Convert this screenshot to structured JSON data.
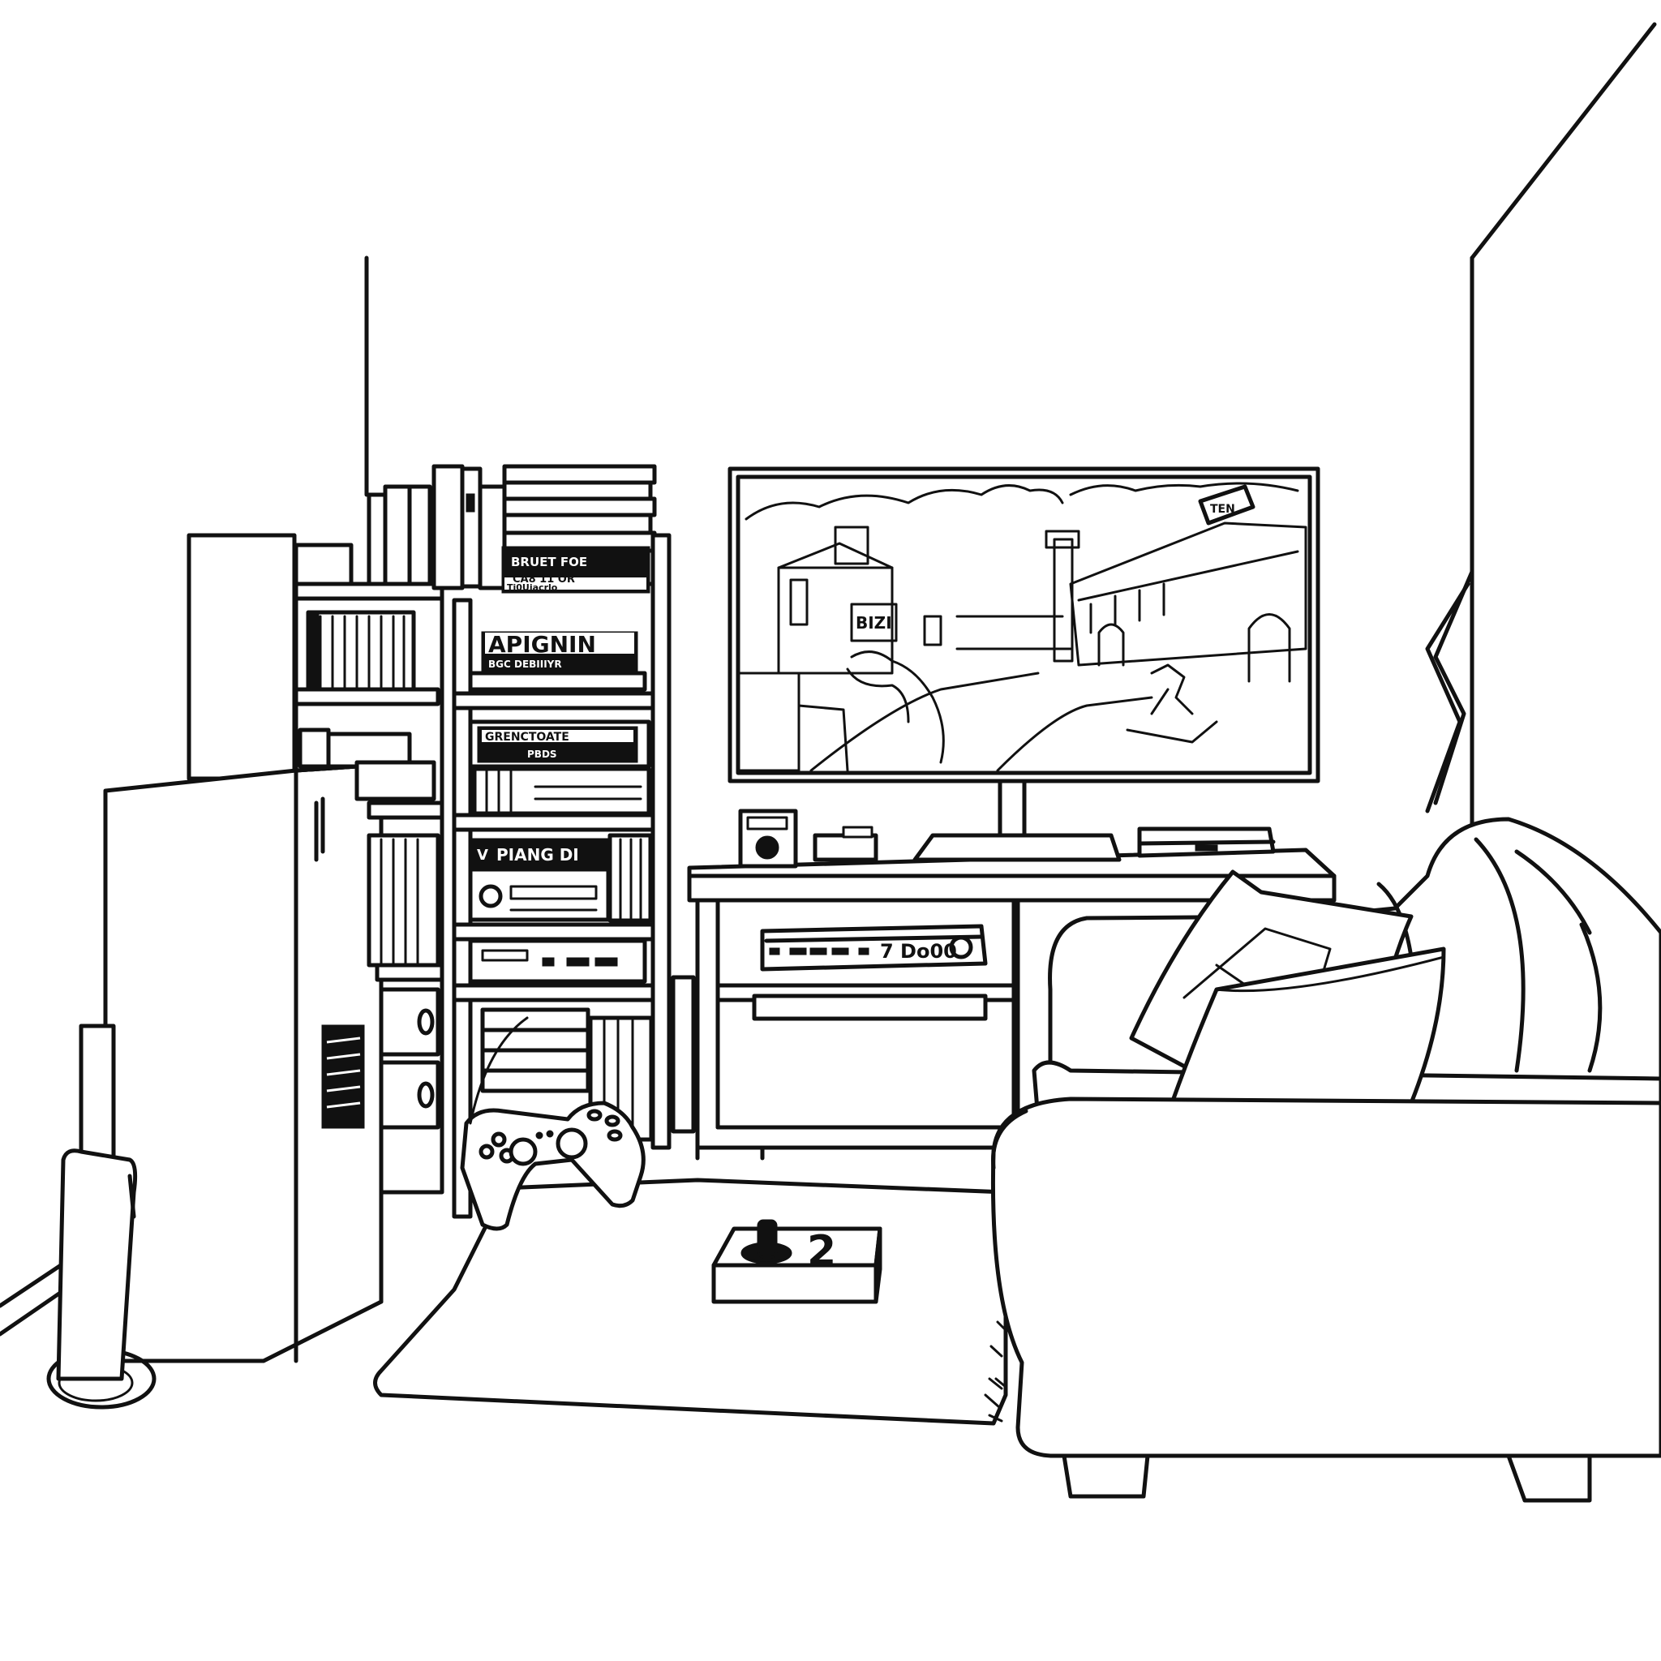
{
  "scene": {
    "title": "Line-art living room game corner",
    "colors": {
      "ink": "#111111",
      "paper": "#ffffff"
    }
  },
  "shelf": {
    "top_box_lines": [
      "BRUET  FOE",
      "CA8  11 OR",
      "Ti0Ujacrlo"
    ],
    "box1": {
      "title": "APIGNIN",
      "subtitle": "BGC DEBIIIYR"
    },
    "box2": {
      "title": "GRENCTOATE",
      "subtitle": "PBDS"
    },
    "box3": {
      "title": "PIANG  DI",
      "prefix": "V"
    }
  },
  "tv": {
    "screen_sign_left": "BIZI",
    "screen_sign_right": "TEN",
    "icon": "tv-screen-game-scene"
  },
  "console": {
    "receiver_display": "7 Do00",
    "speaker_icon": "speaker-icon"
  },
  "joystick_box": {
    "number": "2"
  },
  "controller": {
    "icon": "gamepad-icon"
  }
}
